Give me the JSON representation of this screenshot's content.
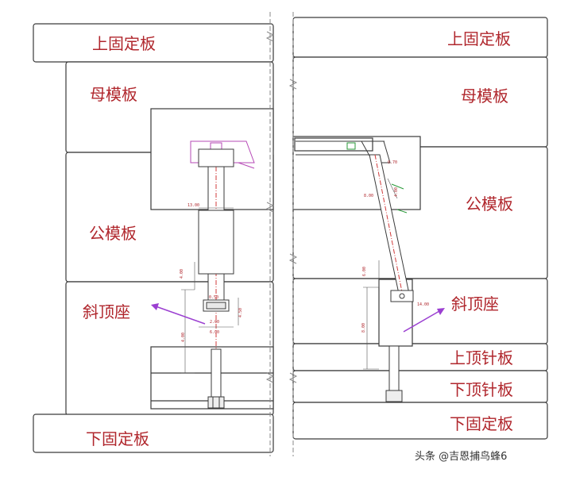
{
  "left": {
    "labels": {
      "top_clamp_plate": "上固定板",
      "cavity_plate": "母模板",
      "core_plate": "公模板",
      "lifter_base": "斜顶座",
      "bottom_clamp_plate": "下固定板"
    },
    "dims": [
      "13.00",
      "4.00",
      "4.00",
      "0.50",
      "4.50",
      "2.00",
      "6.00"
    ]
  },
  "right": {
    "labels": {
      "top_clamp_plate": "上固定板",
      "cavity_plate": "母模板",
      "core_plate": "公模板",
      "lifter_base": "斜顶座",
      "upper_ejector_plate": "上顶针板",
      "lower_ejector_plate": "下顶针板",
      "bottom_clamp_plate": "下固定板"
    },
    "dims": [
      "0.70",
      "8.00",
      "4.00",
      "6.00",
      "8.00",
      "14.00"
    ]
  },
  "watermark": "头条 @吉恩捕鸟蜂6"
}
